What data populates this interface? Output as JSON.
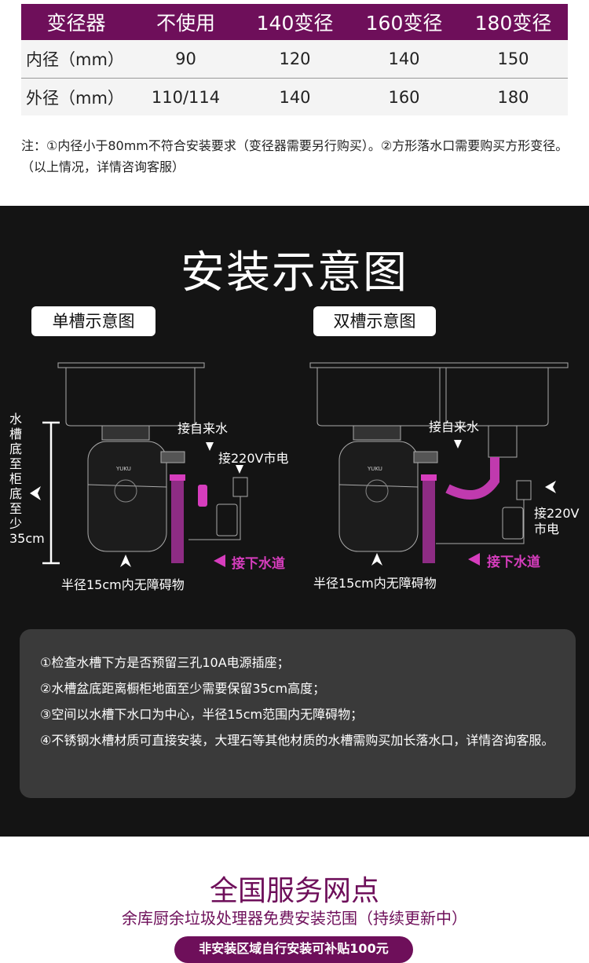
{
  "table": {
    "headers": [
      "变径器",
      "不使用",
      "140变径",
      "160变径",
      "180变径"
    ],
    "rows": [
      [
        "内径（mm）",
        "90",
        "120",
        "140",
        "150"
      ],
      [
        "外径（mm）",
        "110/114",
        "140",
        "160",
        "180"
      ]
    ]
  },
  "note": "注：①内径小于80mm不符合安装要求（变径器需要另行购买）。②方形落水口需要购买方形变径。（以上情况，详情咨询客服）",
  "install": {
    "title": "安装示意图",
    "single_label": "单槽示意图",
    "double_label": "双槽示意图",
    "single": {
      "height_note": "水槽底至柜底至少35cm",
      "water": "接自来水",
      "power": "接220V市电",
      "drain": "接下水道",
      "clearance": "半径15cm内无障碍物",
      "brand": "YUKU"
    },
    "double": {
      "water": "接自来水",
      "power_line1": "接220V",
      "power_line2": "市电",
      "drain": "接下水道",
      "clearance": "半径15cm内无障碍物",
      "brand": "YUKU"
    },
    "accent": "#d63dbd"
  },
  "checklist": [
    "①检查水槽下方是否预留三孔10A电源插座；",
    "②水槽盆底距离橱柜地面至少需要保留35cm高度；",
    "③空间以水槽下水口为中心，半径15cm范围内无障碍物；",
    "④不锈钢水槽材质可直接安装，大理石等其他材质的水槽需购买加长落水口，详情咨询客服。"
  ],
  "service": {
    "title": "全国服务网点",
    "subtitle": "余库厨余垃圾处理器免费安装范围（持续更新中）",
    "badge": "非安装区域自行安装可补贴100元"
  },
  "colors": {
    "brand": "#6e0f5a",
    "dark_bg": "#141414"
  }
}
